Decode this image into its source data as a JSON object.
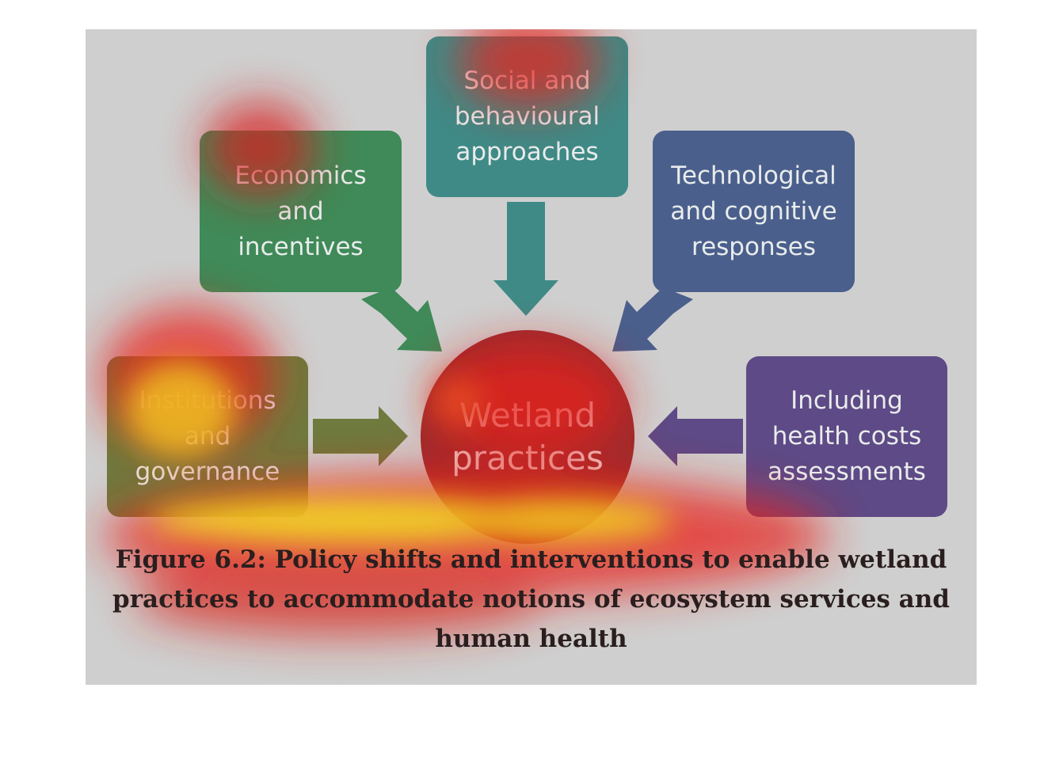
{
  "diagram": {
    "center": {
      "line1": "Wetland",
      "line2": "practices"
    },
    "nodes": {
      "social": [
        "Social and",
        "behavioural",
        "approaches"
      ],
      "economics": [
        "Economics",
        "and",
        "incentives"
      ],
      "technological": [
        "Technological",
        "and cognitive",
        "responses"
      ],
      "institutions": [
        "Institutions",
        "and",
        "governance"
      ],
      "health": [
        "Including",
        "health costs",
        "assessments"
      ]
    },
    "colors": {
      "social": "#3f8a86",
      "economics": "#3f8a58",
      "technological": "#4a5f8c",
      "institutions": "#6e7a3e",
      "health": "#5e4a86",
      "center": "#9b2b2d",
      "background": "#cfcfcf"
    }
  },
  "caption": {
    "line1": "Figure 6.2: Policy shifts and interventions to enable wetland",
    "line2": "practices to accommodate notions of ecosystem services and",
    "line3": "human health"
  }
}
